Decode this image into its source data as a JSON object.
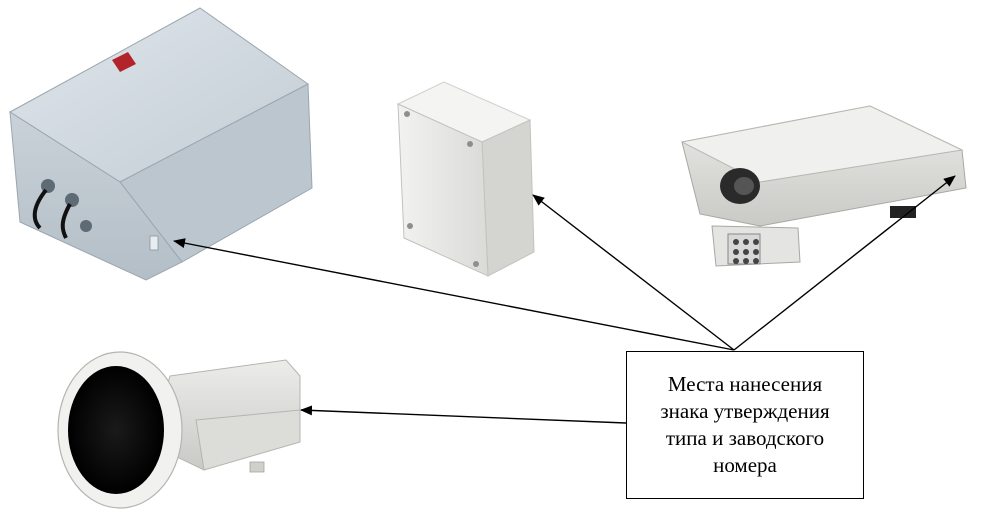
{
  "callout": {
    "text": "Места нанесения\nзнака утверждения\nтипа и заводского\nномера"
  },
  "devices": [
    {
      "name": "control-cabinet",
      "color": "#cfd8df"
    },
    {
      "name": "junction-box",
      "color": "#e6e6e4"
    },
    {
      "name": "housing-camera",
      "color": "#e2e2de"
    },
    {
      "name": "thermal-camera",
      "color": "#eaeaea"
    }
  ]
}
